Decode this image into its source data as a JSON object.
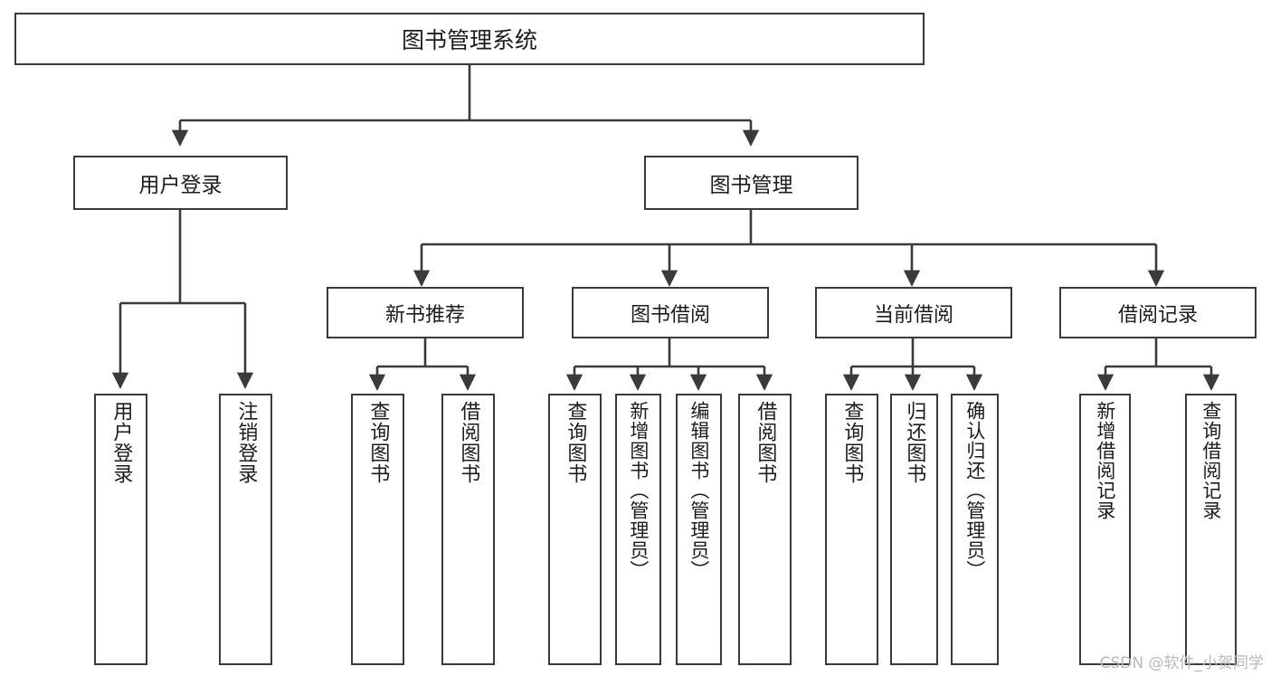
{
  "diagram": {
    "title": "图书管理系统",
    "type": "功能结构图",
    "watermark": "CSDN @软件_小贺同学",
    "colors": {
      "border": "#3a3a3a",
      "background": "#ffffff",
      "text": "#1c1c1c",
      "edge": "#3a3a3a",
      "watermark": "#b9b9b9"
    }
  },
  "nodes": {
    "root": {
      "label": "图书管理系统"
    },
    "level2": [
      {
        "id": "user-login",
        "label": "用户登录"
      },
      {
        "id": "book-manage",
        "label": "图书管理"
      }
    ],
    "level3": [
      {
        "id": "new-book-recommend",
        "label": "新书推荐"
      },
      {
        "id": "book-borrow",
        "label": "图书借阅"
      },
      {
        "id": "current-borrow",
        "label": "当前借阅"
      },
      {
        "id": "borrow-record",
        "label": "借阅记录"
      }
    ],
    "leaves": [
      {
        "id": "leaf-user-login",
        "label": "用户登录",
        "parent": "user-login"
      },
      {
        "id": "leaf-logout-login",
        "label": "注销登录",
        "parent": "user-login"
      },
      {
        "id": "leaf-query-book-1",
        "label": "查询图书",
        "parent": "new-book-recommend"
      },
      {
        "id": "leaf-borrow-book-1",
        "label": "借阅图书",
        "parent": "new-book-recommend"
      },
      {
        "id": "leaf-query-book-2",
        "label": "查询图书",
        "parent": "book-borrow"
      },
      {
        "id": "leaf-add-book",
        "label": "新增图书（管理员）",
        "parent": "book-borrow"
      },
      {
        "id": "leaf-edit-book",
        "label": "编辑图书（管理员）",
        "parent": "book-borrow"
      },
      {
        "id": "leaf-borrow-book-2",
        "label": "借阅图书",
        "parent": "book-borrow"
      },
      {
        "id": "leaf-query-book-3",
        "label": "查询图书",
        "parent": "current-borrow"
      },
      {
        "id": "leaf-return-book",
        "label": "归还图书",
        "parent": "current-borrow"
      },
      {
        "id": "leaf-confirm-return",
        "label": "确认归还（管理员）",
        "parent": "current-borrow"
      },
      {
        "id": "leaf-add-record",
        "label": "新增借阅记录",
        "parent": "borrow-record"
      },
      {
        "id": "leaf-query-record",
        "label": "查询借阅记录",
        "parent": "borrow-record"
      }
    ]
  }
}
